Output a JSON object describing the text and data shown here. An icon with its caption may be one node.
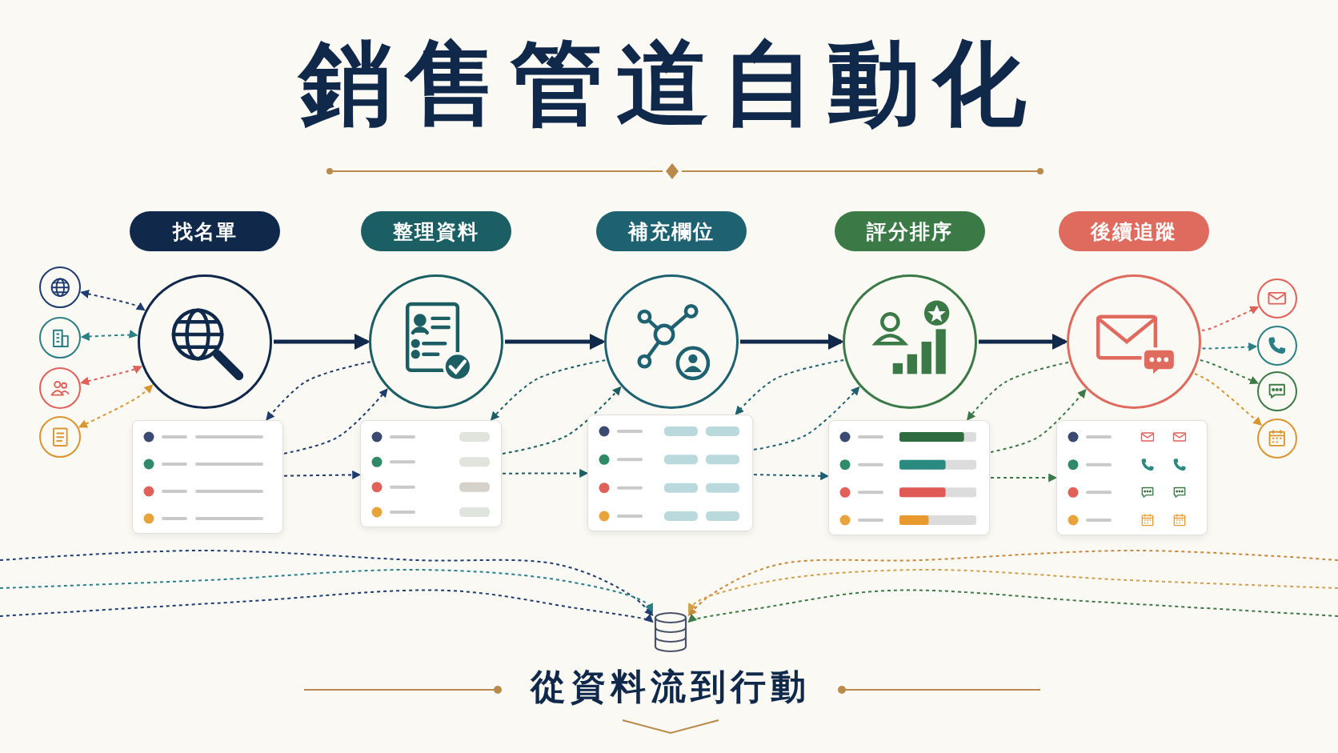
{
  "diagram": {
    "title": "銷售管道自動化",
    "caption": "從資料流到行動",
    "nodes": [
      {
        "text": [
          "找名單"
        ]
      },
      {
        "text": [
          "整理資料"
        ]
      },
      {
        "text": [
          "補充欄位"
        ]
      },
      {
        "text": [
          "評分排序"
        ]
      },
      {
        "text": [
          "後續追蹤"
        ]
      },
      {
        "text": [],
        "shape": "circle"
      },
      {
        "text": [],
        "shape": "circle"
      },
      {
        "text": [],
        "shape": "circle"
      },
      {
        "text": [],
        "shape": "circle"
      },
      {
        "text": [],
        "shape": "circle"
      },
      {
        "text": [],
        "shape": "box"
      },
      {
        "text": [],
        "shape": "box"
      },
      {
        "text": [],
        "shape": "box"
      },
      {
        "text": [],
        "shape": "box"
      },
      {
        "text": [],
        "shape": "box"
      },
      {
        "text": [],
        "shape": "circle"
      },
      {
        "text": [],
        "shape": "circle"
      },
      {
        "text": [],
        "shape": "circle"
      },
      {
        "text": [],
        "shape": "circle"
      },
      {
        "text": [],
        "shape": "circle"
      },
      {
        "text": [],
        "shape": "circle"
      },
      {
        "text": [],
        "shape": "circle"
      },
      {
        "text": [],
        "shape": "circle"
      },
      {
        "text": [],
        "shape": "cylinder"
      }
    ],
    "edges": [
      {
        "from": 5,
        "to": 6,
        "arrow": "to",
        "style": "thick"
      },
      {
        "from": 6,
        "to": 7,
        "arrow": "to",
        "style": "thick"
      },
      {
        "from": 7,
        "to": 8,
        "arrow": "to",
        "style": "thick"
      },
      {
        "from": 8,
        "to": 9,
        "arrow": "to",
        "style": "thick"
      },
      {
        "from": 15,
        "to": 5,
        "arrow": "both",
        "style": "dashed",
        "color": "#1e3c6e"
      },
      {
        "from": 16,
        "to": 5,
        "arrow": "both",
        "style": "dashed",
        "color": "#2a7f86"
      },
      {
        "from": 17,
        "to": 5,
        "arrow": "both",
        "style": "dashed",
        "color": "#e0605a"
      },
      {
        "from": 18,
        "to": 5,
        "arrow": "both",
        "style": "dashed",
        "color": "#d9952f"
      },
      {
        "from": 9,
        "to": 19,
        "arrow": "to",
        "style": "dashed",
        "color": "#e0605a"
      },
      {
        "from": 9,
        "to": 20,
        "arrow": "to",
        "style": "dashed",
        "color": "#2a7f86"
      },
      {
        "from": 9,
        "to": 21,
        "arrow": "to",
        "style": "dashed",
        "color": "#3b7a46"
      },
      {
        "from": 9,
        "to": 22,
        "arrow": "to",
        "style": "dashed",
        "color": "#d9952f"
      },
      {
        "from": 10,
        "to": 6,
        "arrow": "to",
        "style": "dashed",
        "color": "#1e3c6e"
      },
      {
        "from": 6,
        "to": 10,
        "arrow": "to",
        "style": "dashed",
        "color": "#1e3c6e"
      },
      {
        "from": 11,
        "to": 7,
        "arrow": "to",
        "style": "dashed",
        "color": "#1b5e63"
      },
      {
        "from": 7,
        "to": 11,
        "arrow": "to",
        "style": "dashed",
        "color": "#1b5e63"
      },
      {
        "from": 12,
        "to": 8,
        "arrow": "to",
        "style": "dashed",
        "color": "#1e6272"
      },
      {
        "from": 8,
        "to": 12,
        "arrow": "to",
        "style": "dashed",
        "color": "#1e6272"
      },
      {
        "from": 13,
        "to": 9,
        "arrow": "to",
        "style": "dashed",
        "color": "#3b7a46"
      },
      {
        "from": 9,
        "to": 13,
        "arrow": "to",
        "style": "dashed",
        "color": "#3b7a46"
      },
      {
        "from": 10,
        "to": 11,
        "arrow": "to",
        "style": "dashed",
        "color": "#1e3c6e"
      },
      {
        "from": 11,
        "to": 12,
        "arrow": "to",
        "style": "dashed",
        "color": "#1b5e63"
      },
      {
        "from": 12,
        "to": 13,
        "arrow": "to",
        "style": "dashed",
        "color": "#1e6272"
      },
      {
        "from": 13,
        "to": 14,
        "arrow": "to",
        "style": "dashed",
        "color": "#3b7a46"
      },
      {
        "from": null,
        "to": 23,
        "arrow": "to",
        "style": "dashed",
        "color": "#1e3c6e"
      },
      {
        "from": null,
        "to": 23,
        "arrow": "to",
        "style": "dashed",
        "color": "#2a7f86"
      },
      {
        "from": null,
        "to": 23,
        "arrow": "to",
        "style": "dashed",
        "color": "#1e3c6e"
      },
      {
        "from": null,
        "to": 23,
        "arrow": "to",
        "style": "dashed",
        "color": "#c9883a"
      },
      {
        "from": null,
        "to": 23,
        "arrow": "to",
        "style": "dashed",
        "color": "#d2a04b"
      },
      {
        "from": null,
        "to": 23,
        "arrow": "to",
        "style": "dashed",
        "color": "#3b7a46"
      }
    ]
  }
}
